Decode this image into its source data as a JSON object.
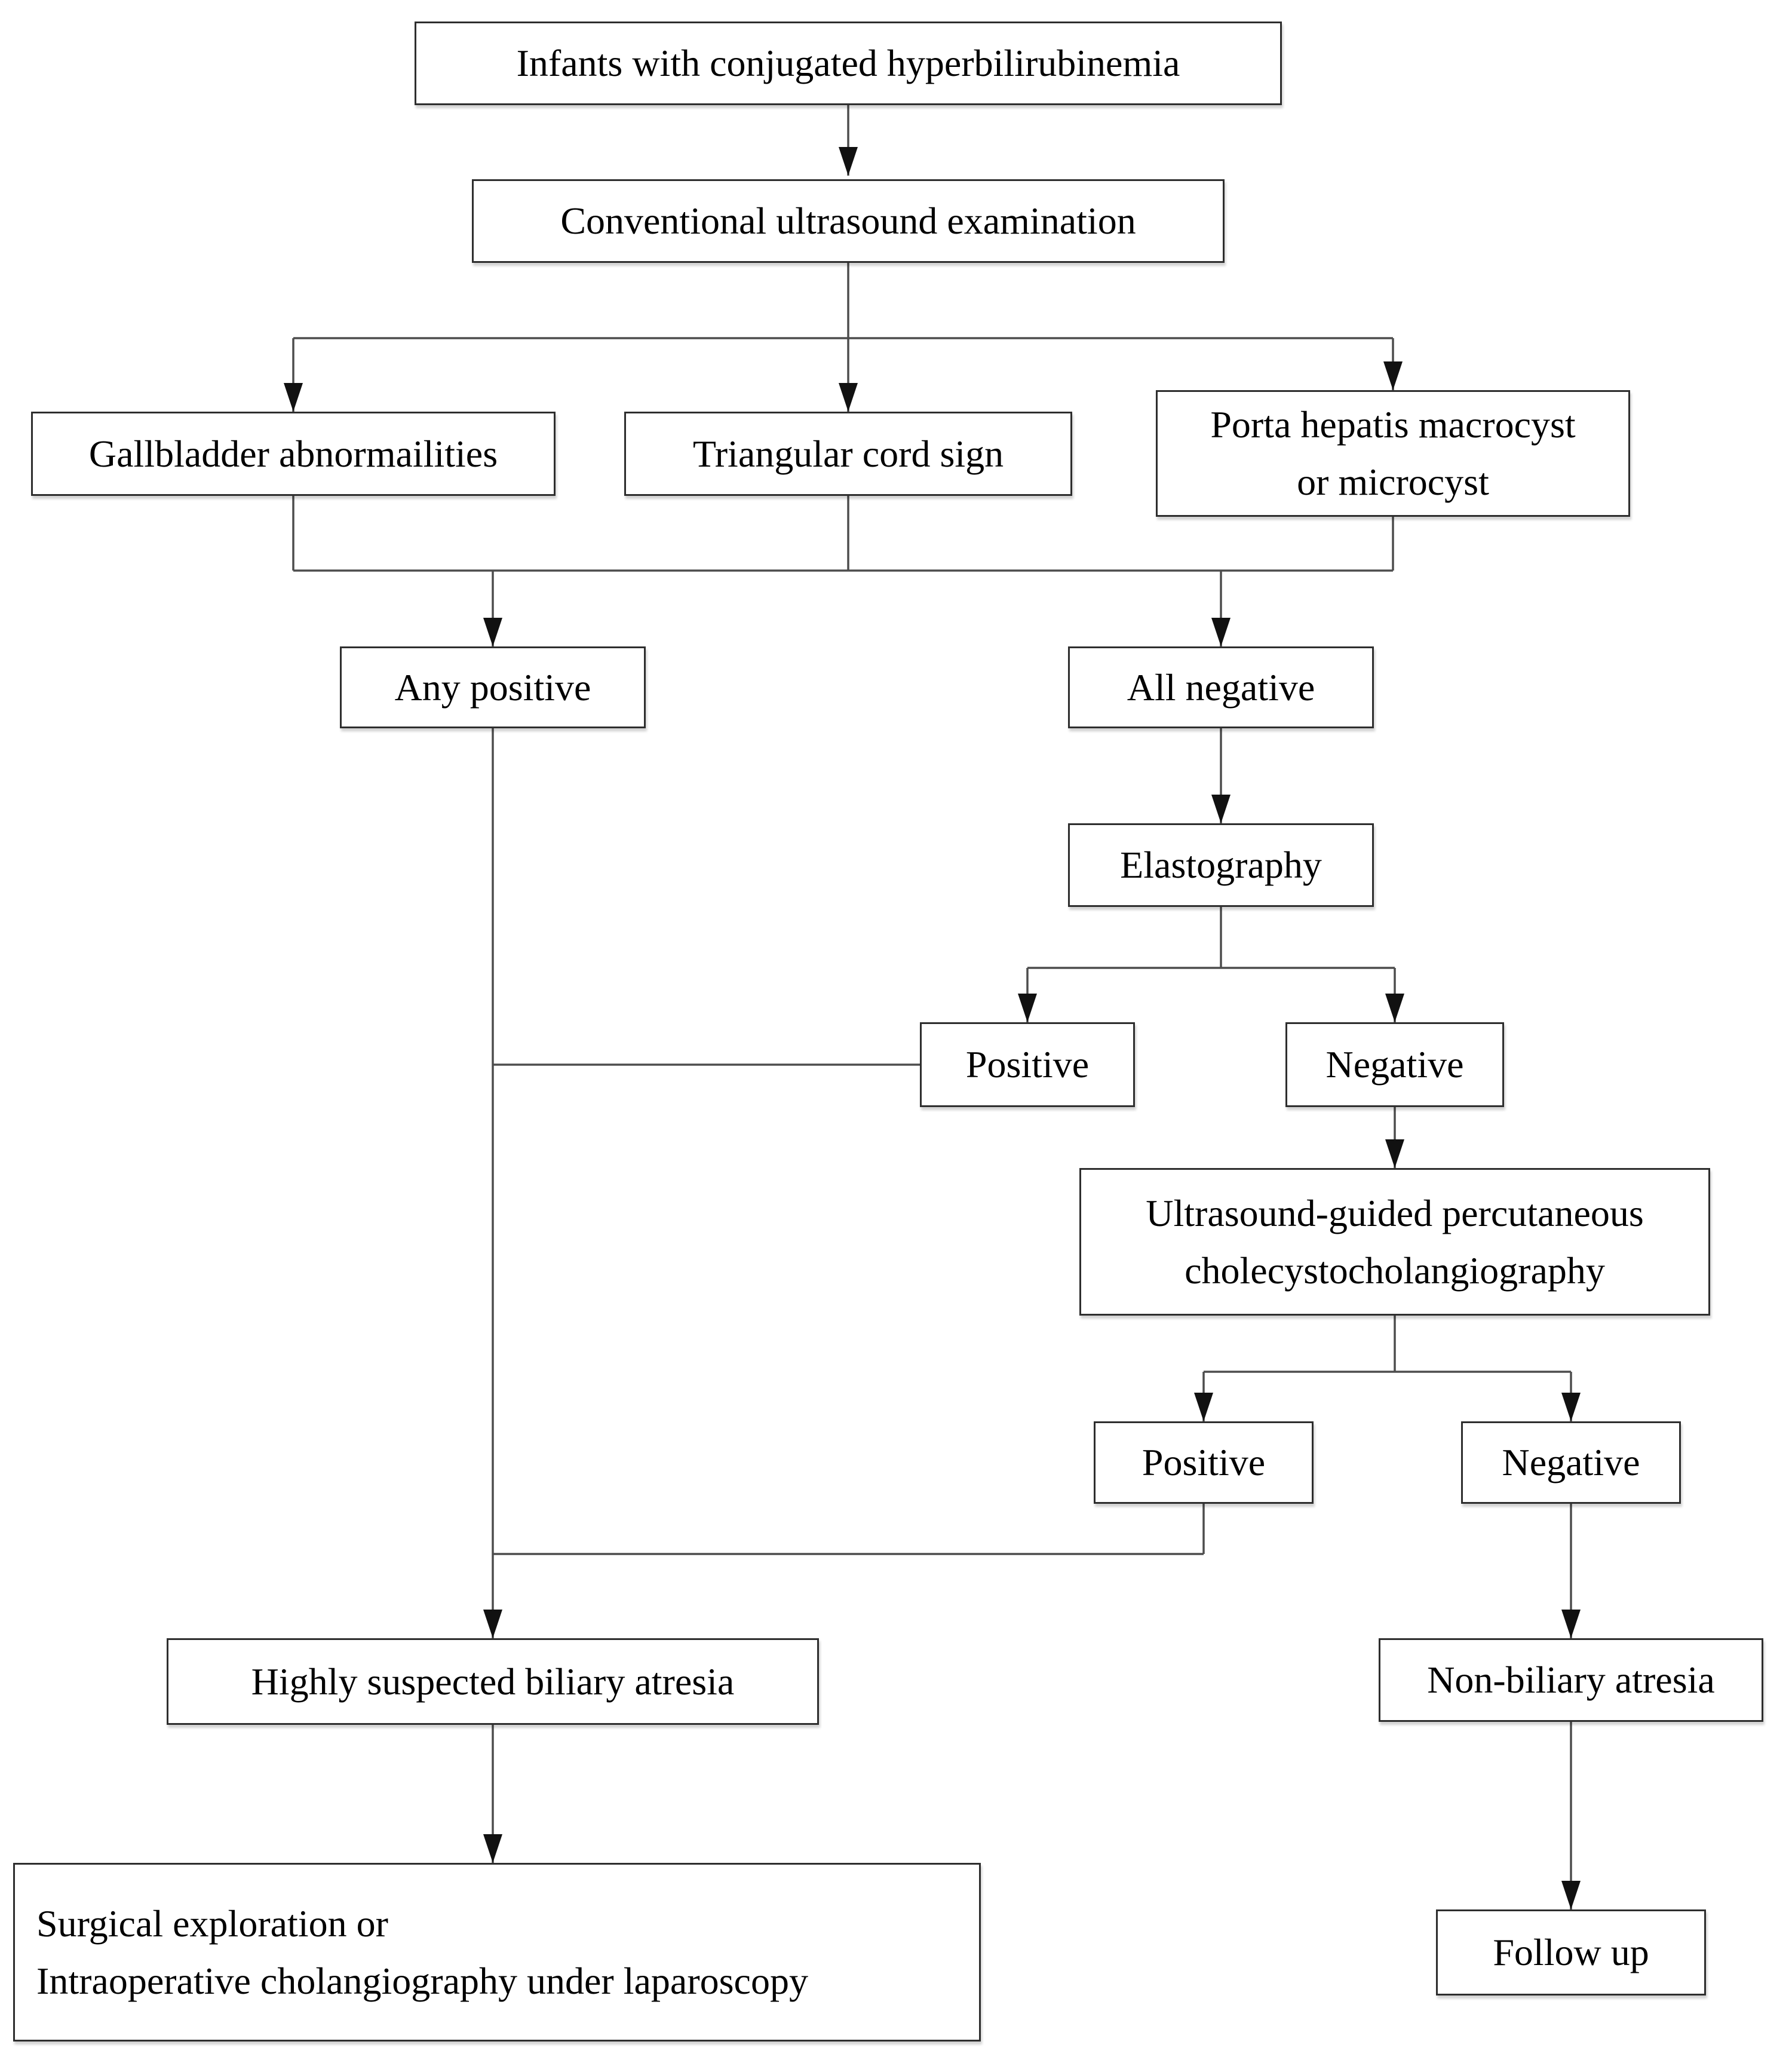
{
  "nodes": {
    "infants": {
      "label": "Infants with conjugated hyperbilirubinemia"
    },
    "conventional": {
      "label": "Conventional ultrasound examination"
    },
    "gallbladder": {
      "label": "Gallbladder abnormailities"
    },
    "triangular": {
      "label": "Triangular cord sign"
    },
    "porta": {
      "label": [
        "Porta hepatis macrocyst",
        "or microcyst"
      ]
    },
    "any_positive": {
      "label": "Any positive"
    },
    "all_negative": {
      "label": "All negative"
    },
    "elastography": {
      "label": "Elastography"
    },
    "elasto_positive": {
      "label": "Positive"
    },
    "elasto_negative": {
      "label": "Negative"
    },
    "cholangiography": {
      "label": [
        "Ultrasound-guided percutaneous",
        "cholecystocholangiography"
      ]
    },
    "chol_positive": {
      "label": "Positive"
    },
    "chol_negative": {
      "label": "Negative"
    },
    "highly_suspected": {
      "label": "Highly suspected biliary atresia"
    },
    "non_biliary": {
      "label": "Non-biliary atresia"
    },
    "surgical": {
      "label": [
        "Surgical exploration or",
        "Intraoperative cholangiography under laparoscopy"
      ]
    },
    "follow_up": {
      "label": "Follow up"
    }
  },
  "colors": {
    "background": "#ffffff",
    "line": "#4d4d4d",
    "border": "#2e2e2e",
    "arrow": "#111111",
    "text": "#000000"
  }
}
